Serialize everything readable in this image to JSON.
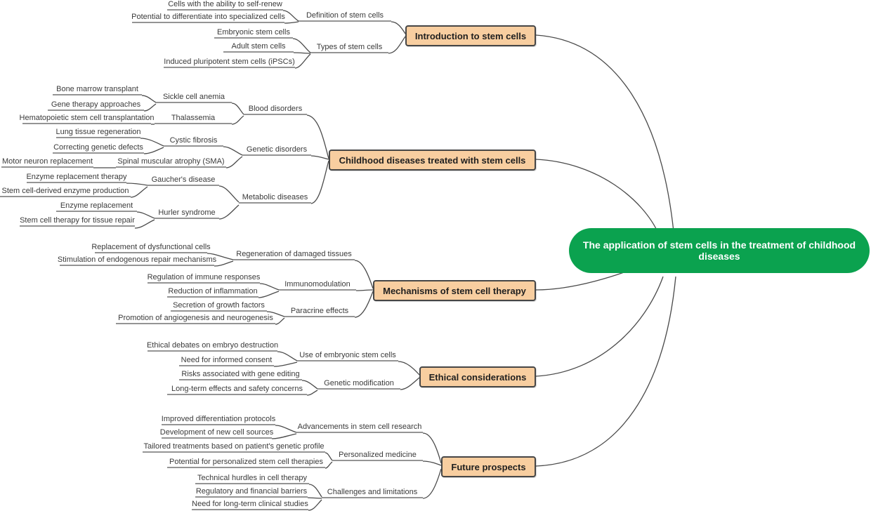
{
  "central_topic": "The application of stem cells in the treatment of childhood diseases",
  "colors": {
    "central_fill": "#0BA24F",
    "central_text": "#FFFFFF",
    "topic_fill": "#F8CEA0",
    "topic_border": "#464646",
    "connector": "#4A4A4A",
    "underline": "#949494",
    "canvas": "#FFFFFF"
  },
  "branches": [
    {
      "label": "Introduction to stem cells",
      "children": [
        {
          "label": "Definition of stem cells",
          "children": [
            {
              "label": "Cells with the ability to self-renew"
            },
            {
              "label": "Potential to differentiate into specialized cells"
            }
          ]
        },
        {
          "label": "Types of stem cells",
          "children": [
            {
              "label": "Embryonic stem cells"
            },
            {
              "label": "Adult stem cells"
            },
            {
              "label": "Induced pluripotent stem cells (iPSCs)"
            }
          ]
        }
      ]
    },
    {
      "label": "Childhood diseases treated with stem cells",
      "children": [
        {
          "label": "Blood disorders",
          "children": [
            {
              "label": "Sickle cell anemia",
              "children": [
                {
                  "label": "Bone marrow transplant"
                },
                {
                  "label": "Gene therapy approaches"
                }
              ]
            },
            {
              "label": "Thalassemia",
              "children": [
                {
                  "label": "Hematopoietic stem cell transplantation"
                }
              ]
            }
          ]
        },
        {
          "label": "Genetic disorders",
          "children": [
            {
              "label": "Cystic fibrosis",
              "children": [
                {
                  "label": "Lung tissue regeneration"
                },
                {
                  "label": "Correcting genetic defects"
                }
              ]
            },
            {
              "label": "Spinal muscular atrophy (SMA)",
              "children": [
                {
                  "label": "Motor neuron replacement"
                }
              ]
            }
          ]
        },
        {
          "label": "Metabolic diseases",
          "children": [
            {
              "label": "Gaucher's disease",
              "children": [
                {
                  "label": "Enzyme replacement therapy"
                },
                {
                  "label": "Stem cell-derived enzyme production"
                }
              ]
            },
            {
              "label": "Hurler syndrome",
              "children": [
                {
                  "label": "Enzyme replacement"
                },
                {
                  "label": "Stem cell therapy for tissue repair"
                }
              ]
            }
          ]
        }
      ]
    },
    {
      "label": "Mechanisms of stem cell therapy",
      "children": [
        {
          "label": "Regeneration of damaged tissues",
          "children": [
            {
              "label": "Replacement of dysfunctional cells"
            },
            {
              "label": "Stimulation of endogenous repair mechanisms"
            }
          ]
        },
        {
          "label": "Immunomodulation",
          "children": [
            {
              "label": "Regulation of immune responses"
            },
            {
              "label": "Reduction of inflammation"
            }
          ]
        },
        {
          "label": "Paracrine effects",
          "children": [
            {
              "label": "Secretion of growth factors"
            },
            {
              "label": "Promotion of angiogenesis and neurogenesis"
            }
          ]
        }
      ]
    },
    {
      "label": "Ethical considerations",
      "children": [
        {
          "label": "Use of embryonic stem cells",
          "children": [
            {
              "label": "Ethical debates on embryo destruction"
            },
            {
              "label": "Need for informed consent"
            }
          ]
        },
        {
          "label": "Genetic modification",
          "children": [
            {
              "label": "Risks associated with gene editing"
            },
            {
              "label": "Long-term effects and safety concerns"
            }
          ]
        }
      ]
    },
    {
      "label": "Future prospects",
      "children": [
        {
          "label": "Advancements in stem cell research",
          "children": [
            {
              "label": "Improved differentiation protocols"
            },
            {
              "label": "Development of new cell sources"
            }
          ]
        },
        {
          "label": "Personalized medicine",
          "children": [
            {
              "label": "Tailored treatments based on patient's genetic profile"
            },
            {
              "label": "Potential for personalized stem cell therapies"
            }
          ]
        },
        {
          "label": "Challenges and limitations",
          "children": [
            {
              "label": "Technical hurdles in cell therapy"
            },
            {
              "label": "Regulatory and financial barriers"
            },
            {
              "label": "Need for long-term clinical studies"
            }
          ]
        }
      ]
    }
  ]
}
